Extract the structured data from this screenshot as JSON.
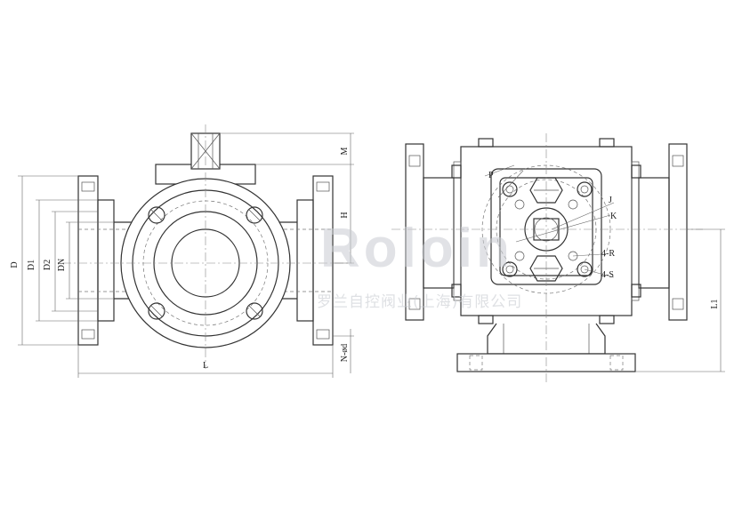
{
  "watermark": {
    "brand": "Roloin",
    "company": "罗兰自控阀业(上海)有限公司"
  },
  "front_view": {
    "labels": {
      "D": "D",
      "D1": "D1",
      "D2": "D2",
      "DN": "DN",
      "L": "L",
      "M": "M",
      "H": "H",
      "N_d": "N-ød"
    }
  },
  "side_view": {
    "labels": {
      "P": "P",
      "J": "J",
      "K": "K",
      "R": "4-R",
      "S": "4-S",
      "L1": "L1"
    }
  }
}
